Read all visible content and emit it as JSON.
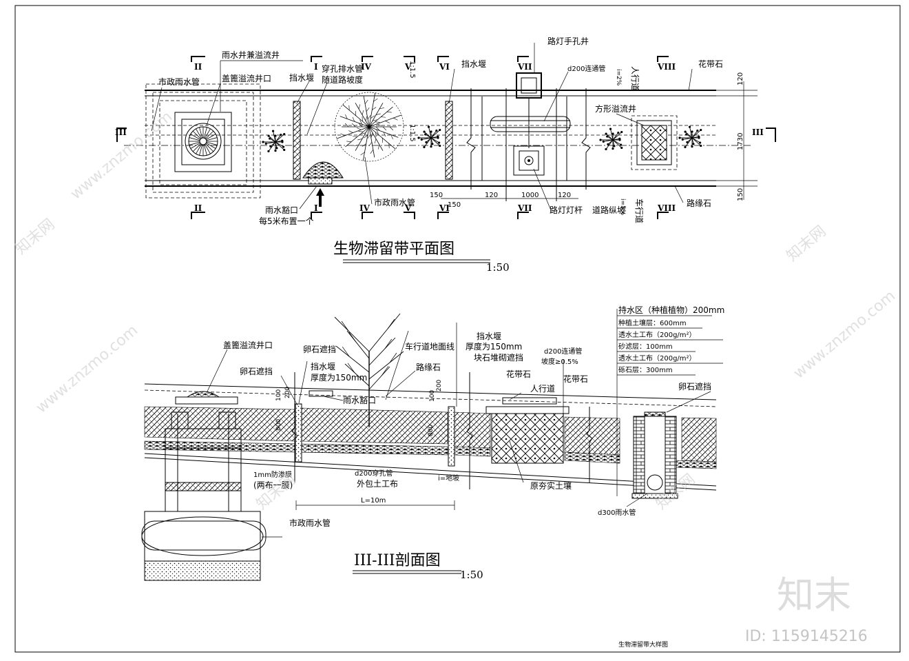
{
  "plan": {
    "title": "生物滞留带平面图",
    "scale": "1:50",
    "labels": {
      "rain_well_overflow": "雨水井兼溢流井",
      "grate_overflow_inlet": "盖篦溢流井口",
      "municipal_pipe_top": "市政雨水管",
      "weir": "挡水堰",
      "perforated_pipe": "穿孔排水管",
      "along_slope": "随道路坡度",
      "weir_right": "挡水堰",
      "lamp_handhole": "路灯手孔井",
      "d200_connect": "d200连通管",
      "flower_curb": "花带石",
      "sidewalk": "人行道",
      "square_overflow": "方形溢流井",
      "rain_inlet": "雨水豁口",
      "every_5m": "每5米布置一个",
      "municipal_pipe_bottom": "市政雨水管",
      "lamp_pole": "路灯灯杆",
      "road_slope": "道路纵坡",
      "carriageway": "车行道",
      "curb": "路缘石",
      "slope_small": "i=2%",
      "slope_side": "1:1.5",
      "slope_side2": "1:1.5",
      "slope_5": "i=5%"
    },
    "dims": {
      "d120_top": "120",
      "d1730": "1730",
      "d150_right": "150",
      "d150_a": "150",
      "d150_b": "150",
      "d120_a": "120",
      "d1000": "1000",
      "d120_b": "120"
    },
    "section_marks": [
      "II",
      "II",
      "I",
      "I",
      "IV",
      "IV",
      "V",
      "V",
      "VI",
      "VI",
      "VII",
      "VII",
      "VIII",
      "VIII",
      "III",
      "III"
    ]
  },
  "section": {
    "title": "III-III剖面图",
    "scale": "1:50",
    "labels": {
      "grate_inlet": "盖篦溢流井口",
      "pebble_left": "卵石遮挡",
      "pebble_mid": "卵石遮挡",
      "weir": "挡水堰",
      "weir_thick": "厚度为150mm",
      "carriage_line": "车行道地面线",
      "curb": "路缘石",
      "weir_right": "挡水堰",
      "weir_right_thick": "厚度为150mm",
      "block_stone": "块石堆砌遮挡",
      "d200_connect": "d200连通管",
      "slope_min": "坡度≥0.5%",
      "flower_curb_a": "花带石",
      "flower_curb_b": "花带石",
      "sidewalk": "人行道",
      "rain_inlet": "雨水豁口",
      "membrane": "1mm防渗膜",
      "membrane2": "(两布一膜)",
      "d200_perf": "d200穿孔管",
      "wrap": "外包土工布",
      "slope_i": "i=地坡",
      "length": "L=10m",
      "compacted": "原夯实土壤",
      "municipal_pipe": "市政雨水管",
      "d300": "d300雨水管",
      "pebble_right": "卵石遮挡",
      "dim_100a": "100",
      "dim_200a": "200",
      "dim_800a": "800",
      "dim_100b": "100",
      "dim_200b": "200",
      "dim_800b": "800"
    },
    "layers": [
      "持水区（种植植物）200mm",
      "种植土壤层：600mm",
      "透水土工布（200g/m²）",
      "砂滤层：100mm",
      "透水土工布（200g/m²）",
      "砾石层：300mm"
    ]
  },
  "footer": {
    "sheet_name": "生物滞留带大样图",
    "logo": "知末",
    "id_text": "ID: 1159145216"
  },
  "watermark": {
    "text_a": "www.znzmo.com",
    "text_b": "知末网"
  }
}
